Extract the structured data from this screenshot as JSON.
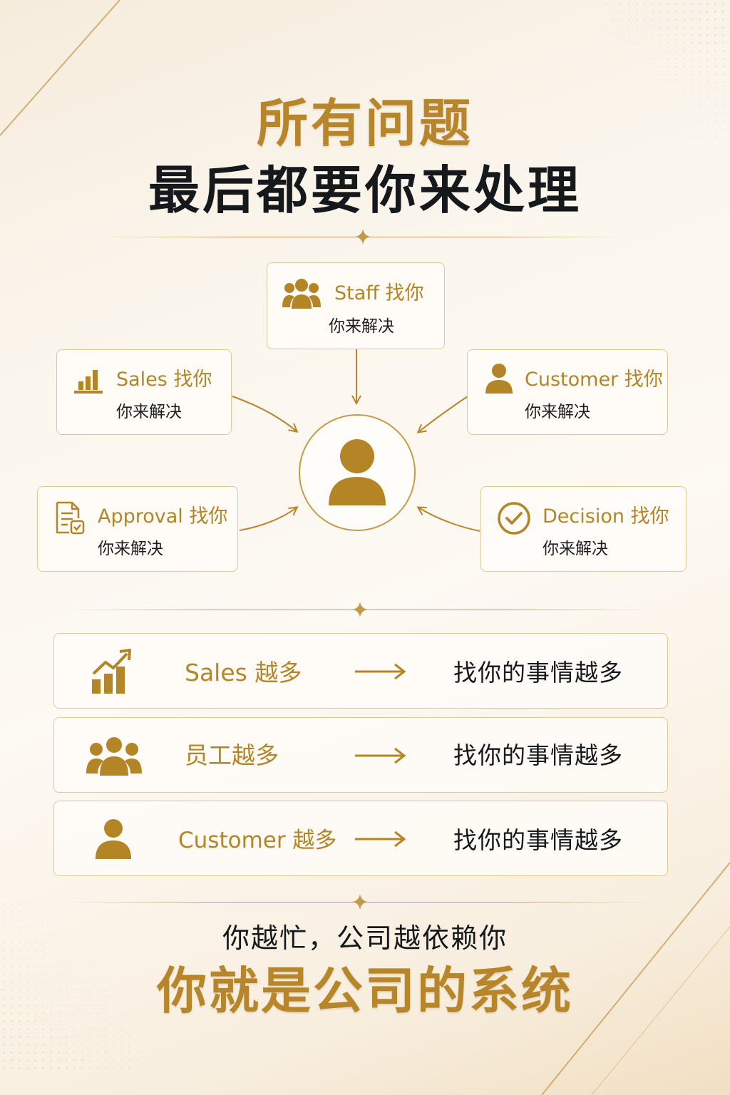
{
  "header": {
    "title_line1": "所有问题",
    "title_line2": "最后都要你来处理"
  },
  "diagram": {
    "cards": [
      {
        "id": "staff",
        "label": "Staff 找你",
        "sub": "你来解决",
        "icon": "people-group-icon"
      },
      {
        "id": "sales",
        "label": "Sales 找你",
        "sub": "你来解决",
        "icon": "bar-chart-icon"
      },
      {
        "id": "customer",
        "label": "Customer 找你",
        "sub": "你来解决",
        "icon": "person-icon"
      },
      {
        "id": "approval",
        "label": "Approval 找你",
        "sub": "你来解决",
        "icon": "document-check-icon"
      },
      {
        "id": "decision",
        "label": "Decision 找你",
        "sub": "你来解决",
        "icon": "check-circle-icon"
      }
    ],
    "hub_icon": "person-icon"
  },
  "rows": [
    {
      "label": "Sales 越多",
      "result": "找你的事情越多",
      "icon": "growth-chart-icon"
    },
    {
      "label": "员工越多",
      "result": "找你的事情越多",
      "icon": "people-group-icon"
    },
    {
      "label": "Customer 越多",
      "result": "找你的事情越多",
      "icon": "person-icon"
    }
  ],
  "footer": {
    "line1": "你越忙，公司越依赖你",
    "line2": "你就是公司的系统"
  },
  "colors": {
    "gold": "#b48526",
    "dark": "#15191c",
    "border": "#e2c895",
    "background": "#fbf6ee"
  }
}
